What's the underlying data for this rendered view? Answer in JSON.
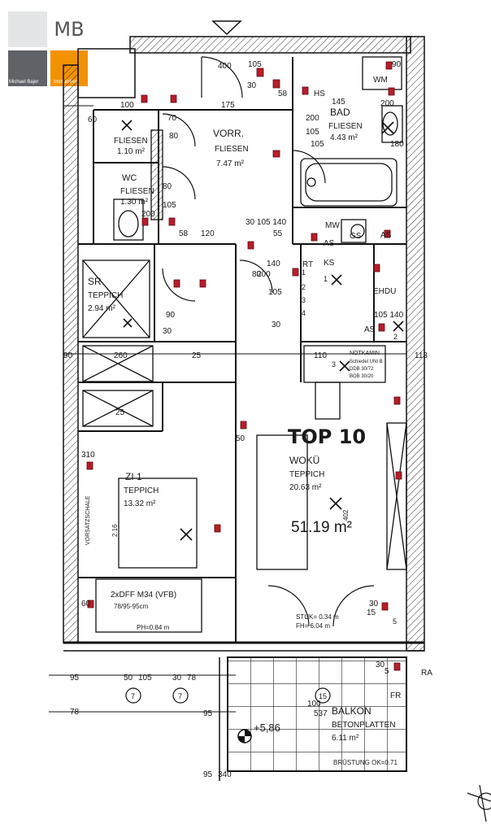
{
  "logo": {
    "initials": "MB",
    "name": "Michael Bajer",
    "tagline": "Immobilien"
  },
  "unit": {
    "name": "TOP 10",
    "total_area": "51.19 m²"
  },
  "rooms": {
    "vorraum": {
      "name": "VORR.",
      "floor": "FLIESEN",
      "area": "7.47 m²"
    },
    "abstell": {
      "floor": "FLIESEN",
      "area": "1.10 m²"
    },
    "wc": {
      "name": "WC",
      "floor": "FLIESEN",
      "area": "1.30 m²"
    },
    "bad": {
      "name": "BAD",
      "floor": "FLIESEN",
      "area": "4.43 m²"
    },
    "schrank": {
      "name": "SR",
      "floor": "TEPPICH",
      "area": "2.94 m²"
    },
    "zimmer": {
      "name": "ZI 1",
      "floor": "TEPPICH",
      "area": "13.32 m²"
    },
    "wohnkueche": {
      "name": "WOKÜ",
      "floor": "TEPPICH",
      "area": "20.63 m²"
    },
    "balkon": {
      "name": "BALKON",
      "floor": "BETONPLATTEN",
      "area": "6.11 m²"
    }
  },
  "labels": {
    "wm": "WM",
    "hs": "HS",
    "mw": "MW",
    "gs": "GS",
    "as": "AS",
    "ks": "KS",
    "rt": "RT",
    "ehdu": "EHDU",
    "fr": "FR",
    "ra": "RA",
    "elevation": "+5,86",
    "door_spec": "2xDFF M34 (VFB)",
    "door_size": "78/95-95cm",
    "parapet": "PH=0.84 m",
    "stuk": "STUK= 0.34 m",
    "fh": "FH= 6.04 m",
    "bruestung": "BRÜSTUNG OK=0.71",
    "notkamin": "NOTKAMIN",
    "notkamin_sub1": "Schiedel UNI B",
    "notkamin_sub2": "DDB 30/72",
    "notkamin_sub3": "BOB 30/20",
    "height_side": "2.16",
    "width_402": "402",
    "wall_label": "VORSATZSCHALE"
  },
  "dimensions": [
    "105",
    "30",
    "58",
    "145",
    "90",
    "175",
    "100",
    "70",
    "80",
    "200",
    "105",
    "60",
    "80",
    "105",
    "200",
    "58",
    "120",
    "30 105 140",
    "55",
    "140",
    "80",
    "105",
    "30",
    "200",
    "90",
    "105 140",
    "30",
    "90",
    "260",
    "25",
    "110",
    "113",
    "310",
    "25",
    "50",
    "60",
    "30",
    "50",
    "105",
    "30",
    "78",
    "95",
    "78",
    "95",
    "100",
    "537",
    "95",
    "340",
    "15",
    "5",
    "105",
    "180",
    "200",
    "400",
    "30"
  ],
  "markers": [
    "7",
    "7",
    "15",
    "1",
    "2",
    "3",
    "4",
    "1",
    "2",
    "3",
    "5"
  ]
}
